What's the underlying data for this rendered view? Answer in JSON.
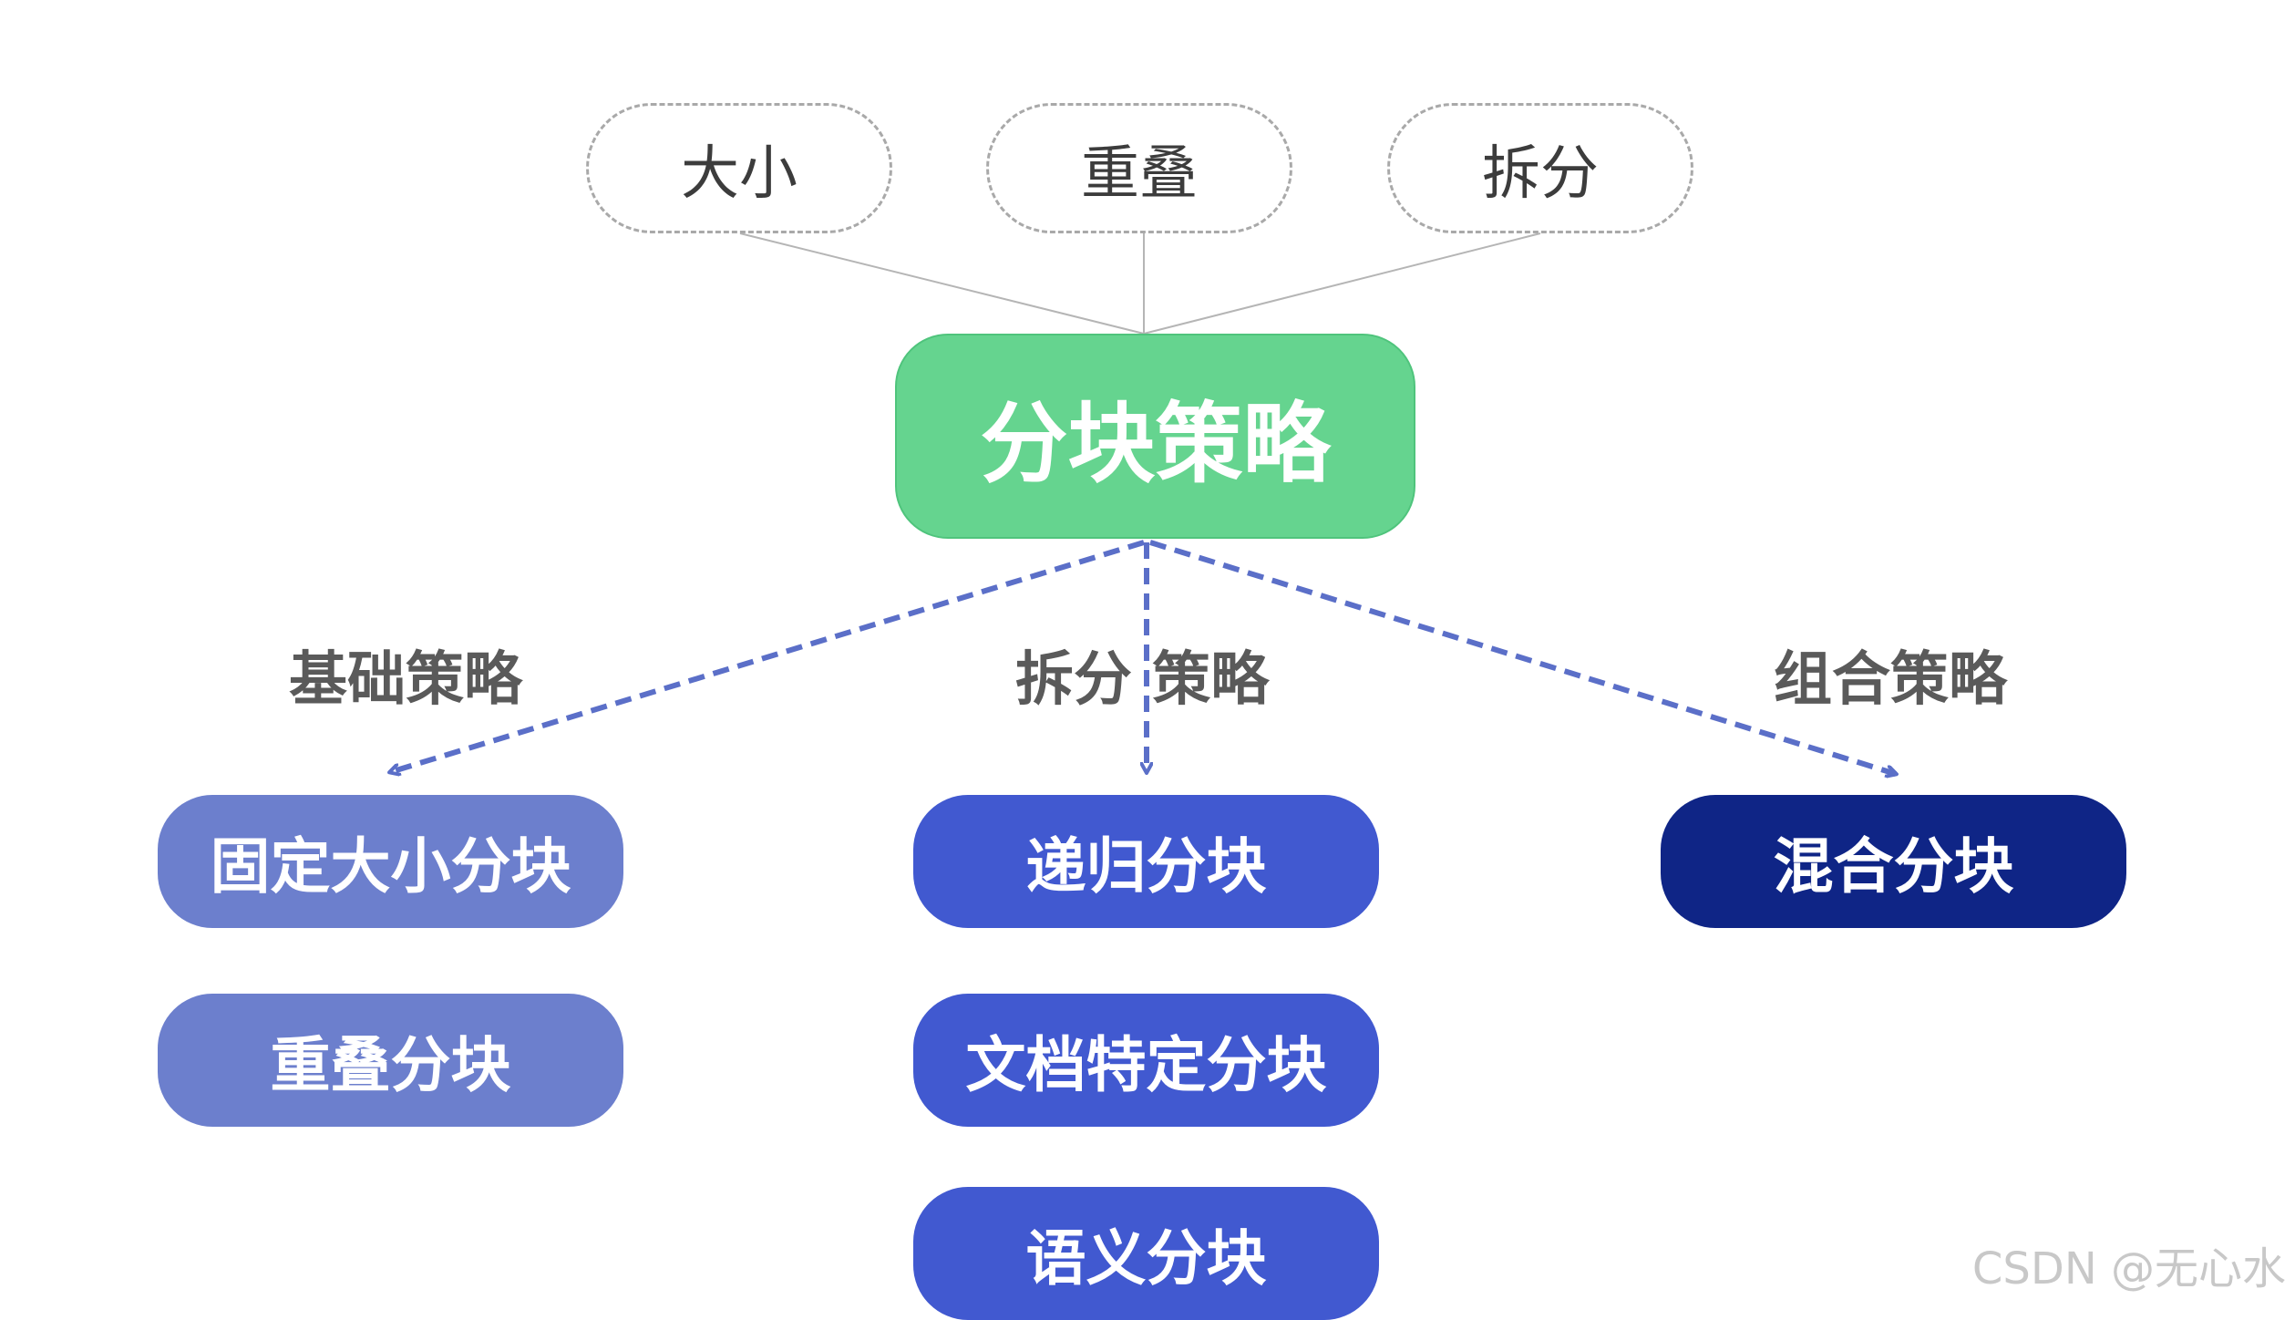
{
  "diagram": {
    "center": {
      "label": "分块策略",
      "color": "#65d48f"
    },
    "factors": [
      "大小",
      "重叠",
      "拆分"
    ],
    "branches": [
      {
        "label": "基础策略",
        "color": "#6c7fcd",
        "items": [
          "固定大小分块",
          "重叠分块"
        ]
      },
      {
        "label": "拆分 策略",
        "color": "#4159d0",
        "items": [
          "递归分块",
          "文档特定分块",
          "语义分块"
        ]
      },
      {
        "label": "组合策略",
        "color": "#0f2586",
        "items": [
          "混合分块"
        ]
      }
    ],
    "arrow_color": "#5b6fc8"
  },
  "watermark": "CSDN @无心水"
}
